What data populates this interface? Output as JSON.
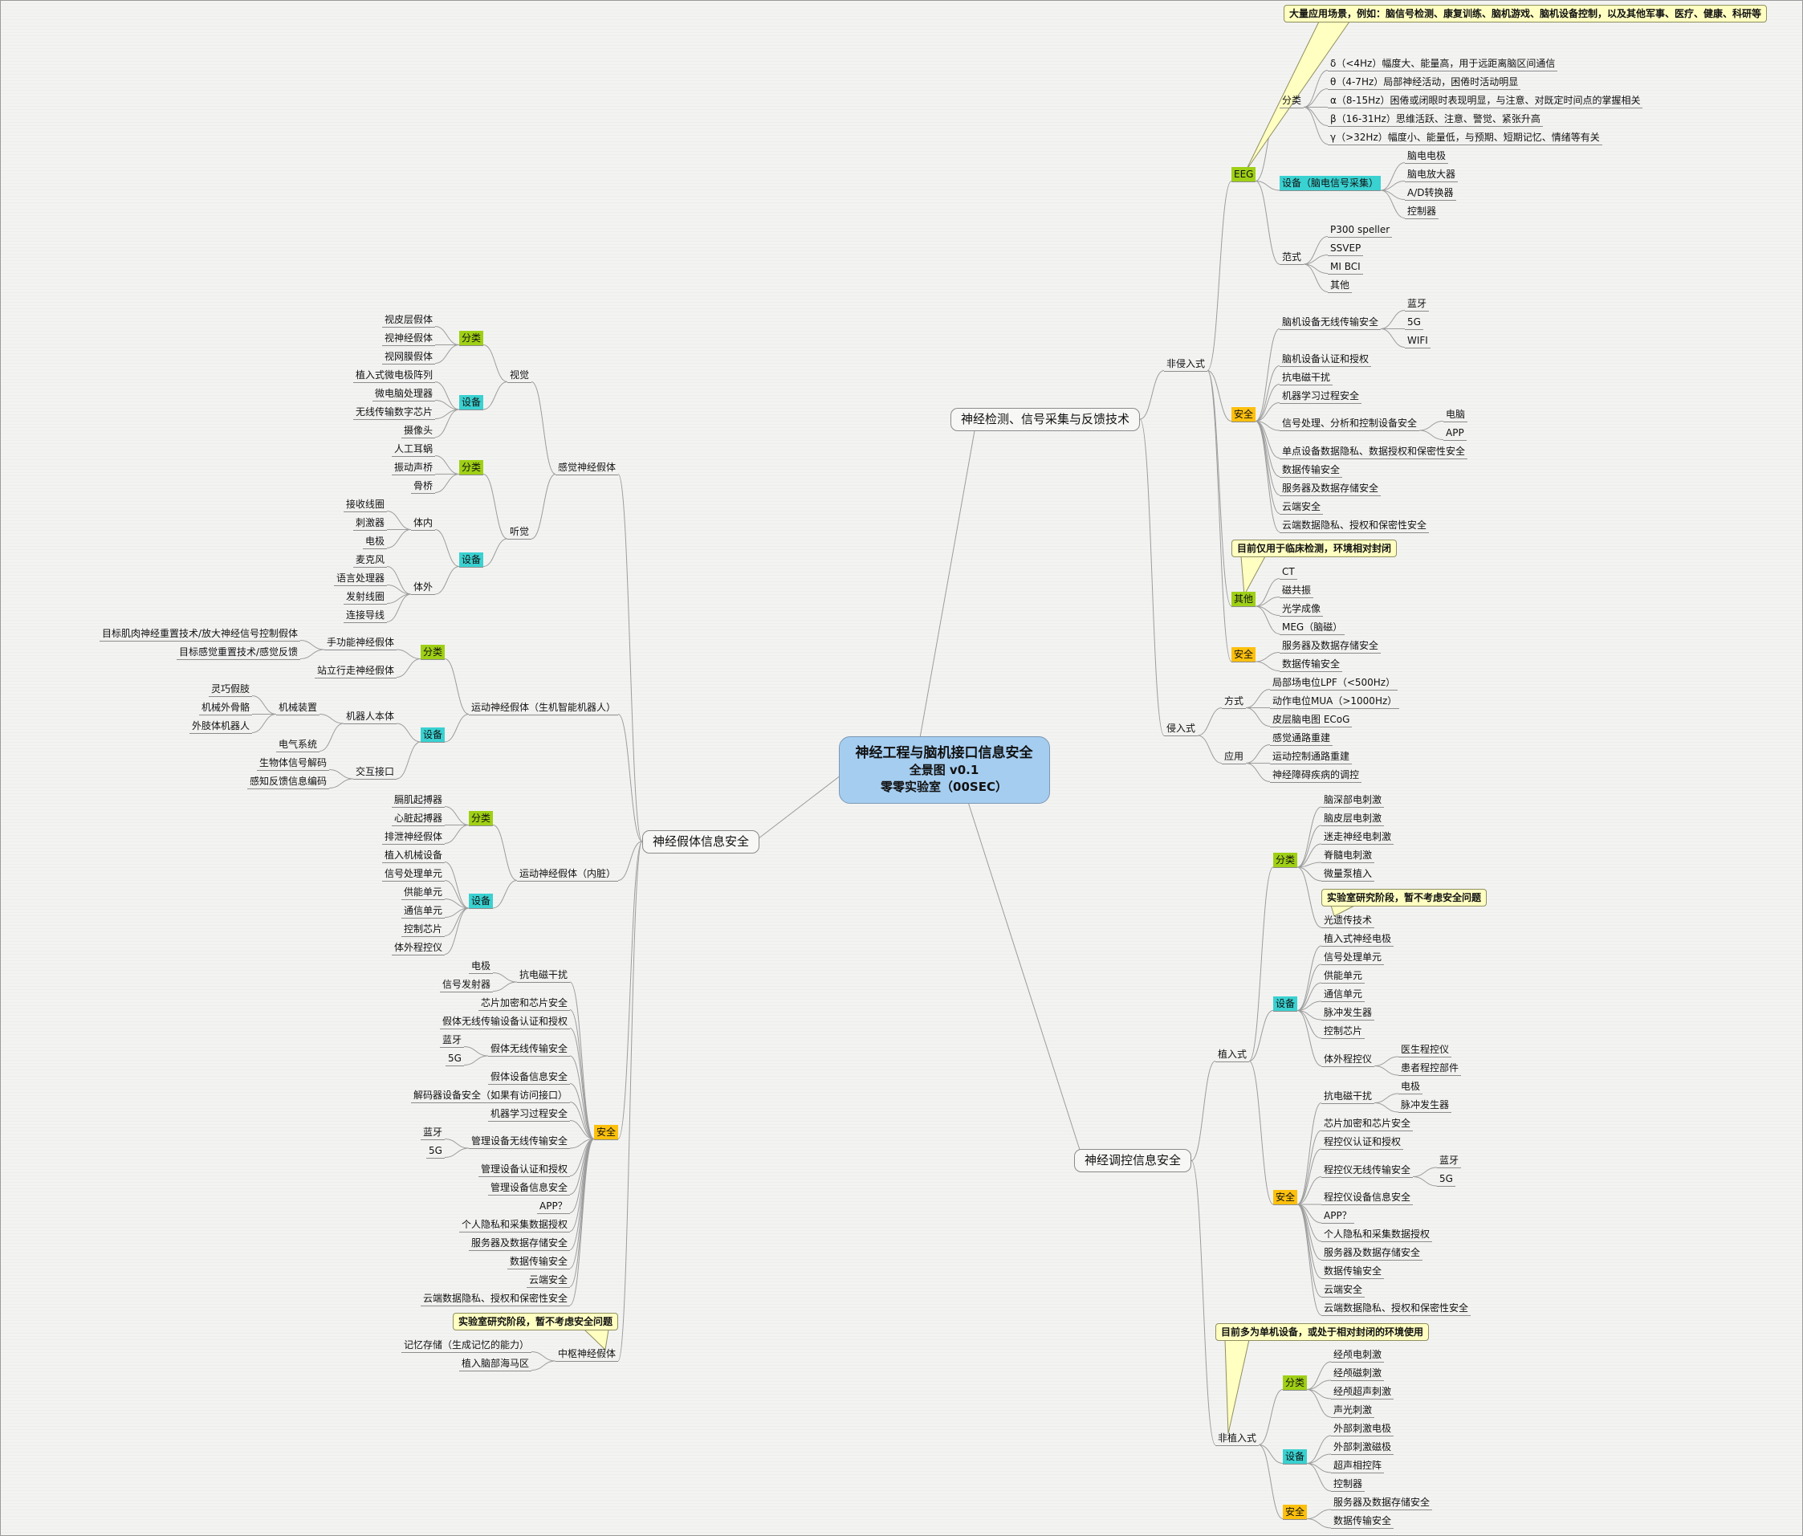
{
  "center": {
    "line1": "神经工程与脑机接口信息安全",
    "line2": "全景图 v0.1",
    "line3": "零零实验室（00SEC）"
  },
  "banner": {
    "text": "大量应用场景，例如：脑信号检测、康复训练、脑机游戏、脑机设备控制，以及其他军事、医疗、健康、科研等"
  },
  "colors": {
    "green_highlight": "#9fd015",
    "cyan_highlight": "#3ad1d1",
    "yellow_highlight": "#fdc00d",
    "callout_bg": "#ffffc2",
    "callout_border": "#8f8f5f",
    "center_bg": "#a5cdf0",
    "connector": "#9c9c9c"
  },
  "mindmap": {
    "branches": [
      {
        "t": "神经检测、信号采集与反馈技术",
        "y": "bubble",
        "c": [
          {
            "t": "非侵入式",
            "c": [
              {
                "t": "EEG",
                "y": "green",
                "id": "eeg",
                "c": [
                  {
                    "t": "分类",
                    "c": [
                      {
                        "t": "δ（<4Hz）幅度大、能量高，用于远距离脑区间通信"
                      },
                      {
                        "t": "θ（4-7Hz）局部神经活动，困倦时活动明显"
                      },
                      {
                        "t": "α（8-15Hz）困倦或闭眼时表现明显，与注意、对既定时间点的掌握相关"
                      },
                      {
                        "t": "β（16-31Hz）思维活跃、注意、警觉、紧张升高"
                      },
                      {
                        "t": "γ（>32Hz）幅度小、能量低，与预期、短期记忆、情绪等有关"
                      }
                    ]
                  },
                  {
                    "t": "设备（脑电信号采集）",
                    "y": "cyan",
                    "c": [
                      {
                        "t": "脑电电极"
                      },
                      {
                        "t": "脑电放大器"
                      },
                      {
                        "t": "A/D转换器"
                      },
                      {
                        "t": "控制器"
                      }
                    ]
                  },
                  {
                    "t": "范式",
                    "c": [
                      {
                        "t": "P300 speller"
                      },
                      {
                        "t": "SSVEP"
                      },
                      {
                        "t": "MI BCI"
                      },
                      {
                        "t": "其他"
                      }
                    ]
                  }
                ]
              },
              {
                "t": "安全",
                "y": "yellow",
                "c": [
                  {
                    "t": "脑机设备无线传输安全",
                    "c": [
                      {
                        "t": "蓝牙"
                      },
                      {
                        "t": "5G"
                      },
                      {
                        "t": "WIFI"
                      }
                    ]
                  },
                  {
                    "t": "脑机设备认证和授权"
                  },
                  {
                    "t": "抗电磁干扰"
                  },
                  {
                    "t": "机器学习过程安全"
                  },
                  {
                    "t": "信号处理、分析和控制设备安全",
                    "c": [
                      {
                        "t": "电脑"
                      },
                      {
                        "t": "APP"
                      }
                    ]
                  },
                  {
                    "t": "单点设备数据隐私、数据授权和保密性安全"
                  },
                  {
                    "t": "数据传输安全"
                  },
                  {
                    "t": "服务器及数据存储安全"
                  },
                  {
                    "t": "云端安全"
                  },
                  {
                    "t": "云端数据隐私、授权和保密性安全"
                  }
                ]
              },
              {
                "t": "目前仅用于临床检测，环境相对封闭",
                "y": "callout"
              },
              {
                "t": "其他",
                "y": "green",
                "c": [
                  {
                    "t": "CT"
                  },
                  {
                    "t": "磁共振"
                  },
                  {
                    "t": "光学成像"
                  },
                  {
                    "t": "MEG（脑磁）"
                  }
                ]
              },
              {
                "t": "安全",
                "y": "yellow",
                "c": [
                  {
                    "t": "服务器及数据存储安全"
                  },
                  {
                    "t": "数据传输安全"
                  }
                ]
              }
            ]
          },
          {
            "t": "侵入式",
            "c": [
              {
                "t": "方式",
                "c": [
                  {
                    "t": "局部场电位LPF（<500Hz）"
                  },
                  {
                    "t": "动作电位MUA（>1000Hz）"
                  },
                  {
                    "t": "皮层脑电图 ECoG"
                  }
                ]
              },
              {
                "t": "应用",
                "c": [
                  {
                    "t": "感觉通路重建"
                  },
                  {
                    "t": "运动控制通路重建"
                  },
                  {
                    "t": "神经障碍疾病的调控"
                  }
                ]
              }
            ]
          }
        ]
      },
      {
        "t": "神经假体信息安全",
        "y": "bubble",
        "c": [
          {
            "t": "感觉神经假体",
            "c": [
              {
                "t": "视觉",
                "c": [
                  {
                    "t": "分类",
                    "y": "green",
                    "c": [
                      {
                        "t": "视皮层假体"
                      },
                      {
                        "t": "视神经假体"
                      },
                      {
                        "t": "视网膜假体"
                      }
                    ]
                  },
                  {
                    "t": "设备",
                    "y": "cyan",
                    "c": [
                      {
                        "t": "植入式微电极阵列"
                      },
                      {
                        "t": "微电脑处理器"
                      },
                      {
                        "t": "无线传输数字芯片"
                      },
                      {
                        "t": "摄像头"
                      }
                    ]
                  }
                ]
              },
              {
                "t": "听觉",
                "c": [
                  {
                    "t": "分类",
                    "y": "green",
                    "c": [
                      {
                        "t": "人工耳蜗"
                      },
                      {
                        "t": "振动声桥"
                      },
                      {
                        "t": "骨桥"
                      }
                    ]
                  },
                  {
                    "t": "设备",
                    "y": "cyan",
                    "c": [
                      {
                        "t": "体内",
                        "c": [
                          {
                            "t": "接收线圈"
                          },
                          {
                            "t": "刺激器"
                          },
                          {
                            "t": "电极"
                          }
                        ]
                      },
                      {
                        "t": "体外",
                        "c": [
                          {
                            "t": "麦克风"
                          },
                          {
                            "t": "语言处理器"
                          },
                          {
                            "t": "发射线圈"
                          },
                          {
                            "t": "连接导线"
                          }
                        ]
                      }
                    ]
                  }
                ]
              }
            ]
          },
          {
            "t": "运动神经假体（生机智能机器人）",
            "c": [
              {
                "t": "分类",
                "y": "green",
                "c": [
                  {
                    "t": "手功能神经假体",
                    "c": [
                      {
                        "t": "目标肌肉神经重置技术/放大神经信号控制假体"
                      },
                      {
                        "t": "目标感觉重置技术/感觉反馈"
                      }
                    ]
                  },
                  {
                    "t": "站立行走神经假体"
                  }
                ]
              },
              {
                "t": "设备",
                "y": "cyan",
                "c": [
                  {
                    "t": "机器人本体",
                    "c": [
                      {
                        "t": "机械装置",
                        "c": [
                          {
                            "t": "灵巧假肢"
                          },
                          {
                            "t": "机械外骨骼"
                          },
                          {
                            "t": "外肢体机器人"
                          }
                        ]
                      },
                      {
                        "t": "电气系统"
                      }
                    ]
                  },
                  {
                    "t": "交互接口",
                    "c": [
                      {
                        "t": "生物体信号解码"
                      },
                      {
                        "t": "感知反馈信息编码"
                      }
                    ]
                  }
                ]
              }
            ]
          },
          {
            "t": "运动神经假体（内脏）",
            "c": [
              {
                "t": "分类",
                "y": "green",
                "c": [
                  {
                    "t": "膈肌起搏器"
                  },
                  {
                    "t": "心脏起搏器"
                  },
                  {
                    "t": "排泄神经假体"
                  }
                ]
              },
              {
                "t": "设备",
                "y": "cyan",
                "c": [
                  {
                    "t": "植入机械设备"
                  },
                  {
                    "t": "信号处理单元"
                  },
                  {
                    "t": "供能单元"
                  },
                  {
                    "t": "通信单元"
                  },
                  {
                    "t": "控制芯片"
                  },
                  {
                    "t": "体外程控仪"
                  }
                ]
              }
            ]
          },
          {
            "t": "安全",
            "y": "yellow",
            "c": [
              {
                "t": "抗电磁干扰",
                "c": [
                  {
                    "t": "电极"
                  },
                  {
                    "t": "信号发射器"
                  }
                ]
              },
              {
                "t": "芯片加密和芯片安全"
              },
              {
                "t": "假体无线传输设备认证和授权"
              },
              {
                "t": "假体无线传输安全",
                "c": [
                  {
                    "t": "蓝牙"
                  },
                  {
                    "t": "5G"
                  }
                ]
              },
              {
                "t": "假体设备信息安全"
              },
              {
                "t": "解码器设备安全（如果有访问接口）"
              },
              {
                "t": "机器学习过程安全"
              },
              {
                "t": "管理设备无线传输安全",
                "c": [
                  {
                    "t": "蓝牙"
                  },
                  {
                    "t": "5G"
                  }
                ]
              },
              {
                "t": "管理设备认证和授权"
              },
              {
                "t": "管理设备信息安全"
              },
              {
                "t": "APP？"
              },
              {
                "t": "个人隐私和采集数据授权"
              },
              {
                "t": "服务器及数据存储安全"
              },
              {
                "t": "数据传输安全"
              },
              {
                "t": "云端安全"
              },
              {
                "t": "云端数据隐私、授权和保密性安全"
              }
            ]
          },
          {
            "t": "实验室研究阶段，暂不考虑安全问题",
            "y": "callout"
          },
          {
            "t": "中枢神经假体",
            "c": [
              {
                "t": "记忆存储（生成记忆的能力）"
              },
              {
                "t": "植入脑部海马区"
              }
            ]
          }
        ]
      },
      {
        "t": "神经调控信息安全",
        "y": "bubble",
        "c": [
          {
            "t": "植入式",
            "c": [
              {
                "t": "分类",
                "y": "green",
                "c": [
                  {
                    "t": "脑深部电刺激"
                  },
                  {
                    "t": "脑皮层电刺激"
                  },
                  {
                    "t": "迷走神经电刺激"
                  },
                  {
                    "t": "脊髓电刺激"
                  },
                  {
                    "t": "微量泵植入"
                  },
                  {
                    "t": "实验室研究阶段，暂不考虑安全问题",
                    "y": "callout"
                  },
                  {
                    "t": "光遗传技术"
                  }
                ]
              },
              {
                "t": "设备",
                "y": "cyan",
                "c": [
                  {
                    "t": "植入式神经电极"
                  },
                  {
                    "t": "信号处理单元"
                  },
                  {
                    "t": "供能单元"
                  },
                  {
                    "t": "通信单元"
                  },
                  {
                    "t": "脉冲发生器"
                  },
                  {
                    "t": "控制芯片"
                  },
                  {
                    "t": "体外程控仪",
                    "c": [
                      {
                        "t": "医生程控仪"
                      },
                      {
                        "t": "患者程控部件"
                      }
                    ]
                  }
                ]
              },
              {
                "t": "安全",
                "y": "yellow",
                "c": [
                  {
                    "t": "抗电磁干扰",
                    "c": [
                      {
                        "t": "电极"
                      },
                      {
                        "t": "脉冲发生器"
                      }
                    ]
                  },
                  {
                    "t": "芯片加密和芯片安全"
                  },
                  {
                    "t": "程控仪认证和授权"
                  },
                  {
                    "t": "程控仪无线传输安全",
                    "c": [
                      {
                        "t": "蓝牙"
                      },
                      {
                        "t": "5G"
                      }
                    ]
                  },
                  {
                    "t": "程控仪设备信息安全"
                  },
                  {
                    "t": "APP？"
                  },
                  {
                    "t": "个人隐私和采集数据授权"
                  },
                  {
                    "t": "服务器及数据存储安全"
                  },
                  {
                    "t": "数据传输安全"
                  },
                  {
                    "t": "云端安全"
                  },
                  {
                    "t": "云端数据隐私、授权和保密性安全"
                  }
                ]
              }
            ]
          },
          {
            "t": "目前多为单机设备，或处于相对封闭的环境使用",
            "y": "callout"
          },
          {
            "t": "非植入式",
            "c": [
              {
                "t": "分类",
                "y": "green",
                "c": [
                  {
                    "t": "经颅电刺激"
                  },
                  {
                    "t": "经颅磁刺激"
                  },
                  {
                    "t": "经颅超声刺激"
                  },
                  {
                    "t": "声光刺激"
                  }
                ]
              },
              {
                "t": "设备",
                "y": "cyan",
                "c": [
                  {
                    "t": "外部刺激电极"
                  },
                  {
                    "t": "外部刺激磁极"
                  },
                  {
                    "t": "超声相控阵"
                  },
                  {
                    "t": "控制器"
                  }
                ]
              },
              {
                "t": "安全",
                "y": "yellow",
                "c": [
                  {
                    "t": "服务器及数据存储安全"
                  },
                  {
                    "t": "数据传输安全"
                  }
                ]
              }
            ]
          }
        ]
      }
    ]
  }
}
